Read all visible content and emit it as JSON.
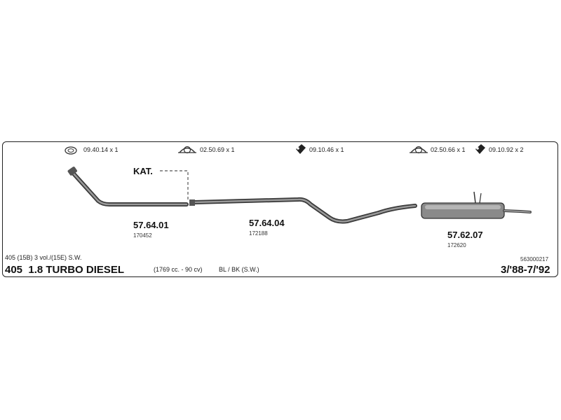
{
  "accessories": [
    {
      "icon": "gasket-ring-icon",
      "label": "09.40.14 x 1"
    },
    {
      "icon": "clamp-icon",
      "label": "02.50.69 x 1"
    },
    {
      "icon": "rubber-hanger-icon",
      "label": "09.10.46 x 1"
    },
    {
      "icon": "clamp-icon",
      "label": "02.50.66 x 1"
    },
    {
      "icon": "rubber-hanger-icon",
      "label": "09.10.92 x 2"
    }
  ],
  "kat_label": "KAT.",
  "parts": [
    {
      "code": "57.64.01",
      "ref": "170452"
    },
    {
      "code": "57.64.04",
      "ref": "172188"
    },
    {
      "code": "57.62.07",
      "ref": "172620"
    }
  ],
  "footer": {
    "variants": "405 (15B) 3 vol./(15E) S.W.",
    "diagram_number": "563000217",
    "model": "405  1.8 TURBO DIESEL",
    "engine": "(1769 cc. - 90 cv)",
    "body": "BL / BK (S.W.)",
    "years": "3/'88-7/'92"
  }
}
